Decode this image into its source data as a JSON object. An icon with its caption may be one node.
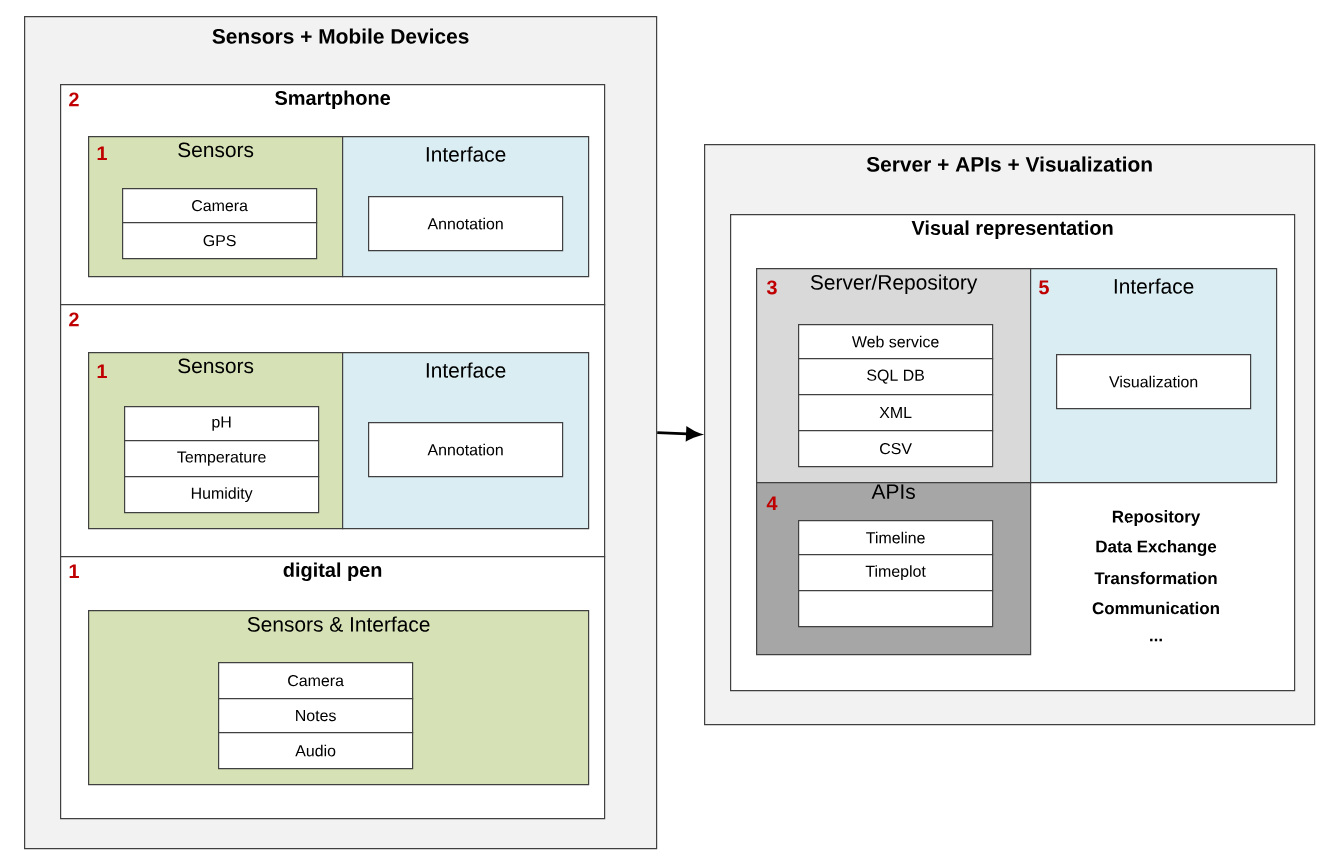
{
  "diagram": {
    "nodes": [
      {
        "text": [
          "Sensors + Mobile Devices"
        ]
      },
      {
        "text": [
          "Smartphone"
        ],
        "in": 0
      },
      {
        "text": [
          "Sensors"
        ],
        "in": 1
      },
      {
        "text": [
          "Camera"
        ],
        "in": 2
      },
      {
        "text": [
          "GPS"
        ],
        "in": 2
      },
      {
        "text": [
          "Interface"
        ],
        "in": 1
      },
      {
        "text": [
          "Annotation"
        ],
        "in": 5
      },
      {
        "text": [],
        "shape": "box",
        "in": 0
      },
      {
        "text": [
          "Sensors"
        ],
        "in": 7
      },
      {
        "text": [
          "pH"
        ],
        "in": 8
      },
      {
        "text": [
          "Temperature"
        ],
        "in": 8
      },
      {
        "text": [
          "Humidity"
        ],
        "in": 8
      },
      {
        "text": [
          "Interface"
        ],
        "in": 7
      },
      {
        "text": [
          "Annotation"
        ],
        "in": 12
      },
      {
        "text": [
          "digital pen"
        ],
        "in": 0
      },
      {
        "text": [
          "Sensors & Interface"
        ],
        "in": 14
      },
      {
        "text": [
          "Camera"
        ],
        "in": 15
      },
      {
        "text": [
          "Notes"
        ],
        "in": 15
      },
      {
        "text": [
          "Audio"
        ],
        "in": 15
      },
      {
        "text": [
          "Server + APIs + Visualization"
        ]
      },
      {
        "text": [
          "Visual representation"
        ],
        "in": 19
      },
      {
        "text": [
          "Server/Repository"
        ],
        "in": 20
      },
      {
        "text": [
          "Web service"
        ],
        "in": 21
      },
      {
        "text": [
          "SQL DB"
        ],
        "in": 21
      },
      {
        "text": [
          "XML"
        ],
        "in": 21
      },
      {
        "text": [
          "CSV"
        ],
        "in": 21
      },
      {
        "text": [
          "Interface"
        ],
        "in": 20
      },
      {
        "text": [
          "Visualization"
        ],
        "in": 26
      },
      {
        "text": [
          "APIs"
        ],
        "in": 20
      },
      {
        "text": [
          "Timeline"
        ],
        "in": 28
      },
      {
        "text": [
          "Timeplot"
        ],
        "in": 28
      },
      {
        "text": [],
        "shape": "box",
        "in": 28
      }
    ],
    "edges": [
      {
        "from": 0,
        "to": 19,
        "arrow": "to"
      }
    ],
    "labels": [
      "2",
      "1",
      "2",
      "1",
      "1",
      "3",
      "5",
      "4",
      "Repository",
      "Data Exchange",
      "Transformation",
      "Communication",
      "..."
    ]
  }
}
